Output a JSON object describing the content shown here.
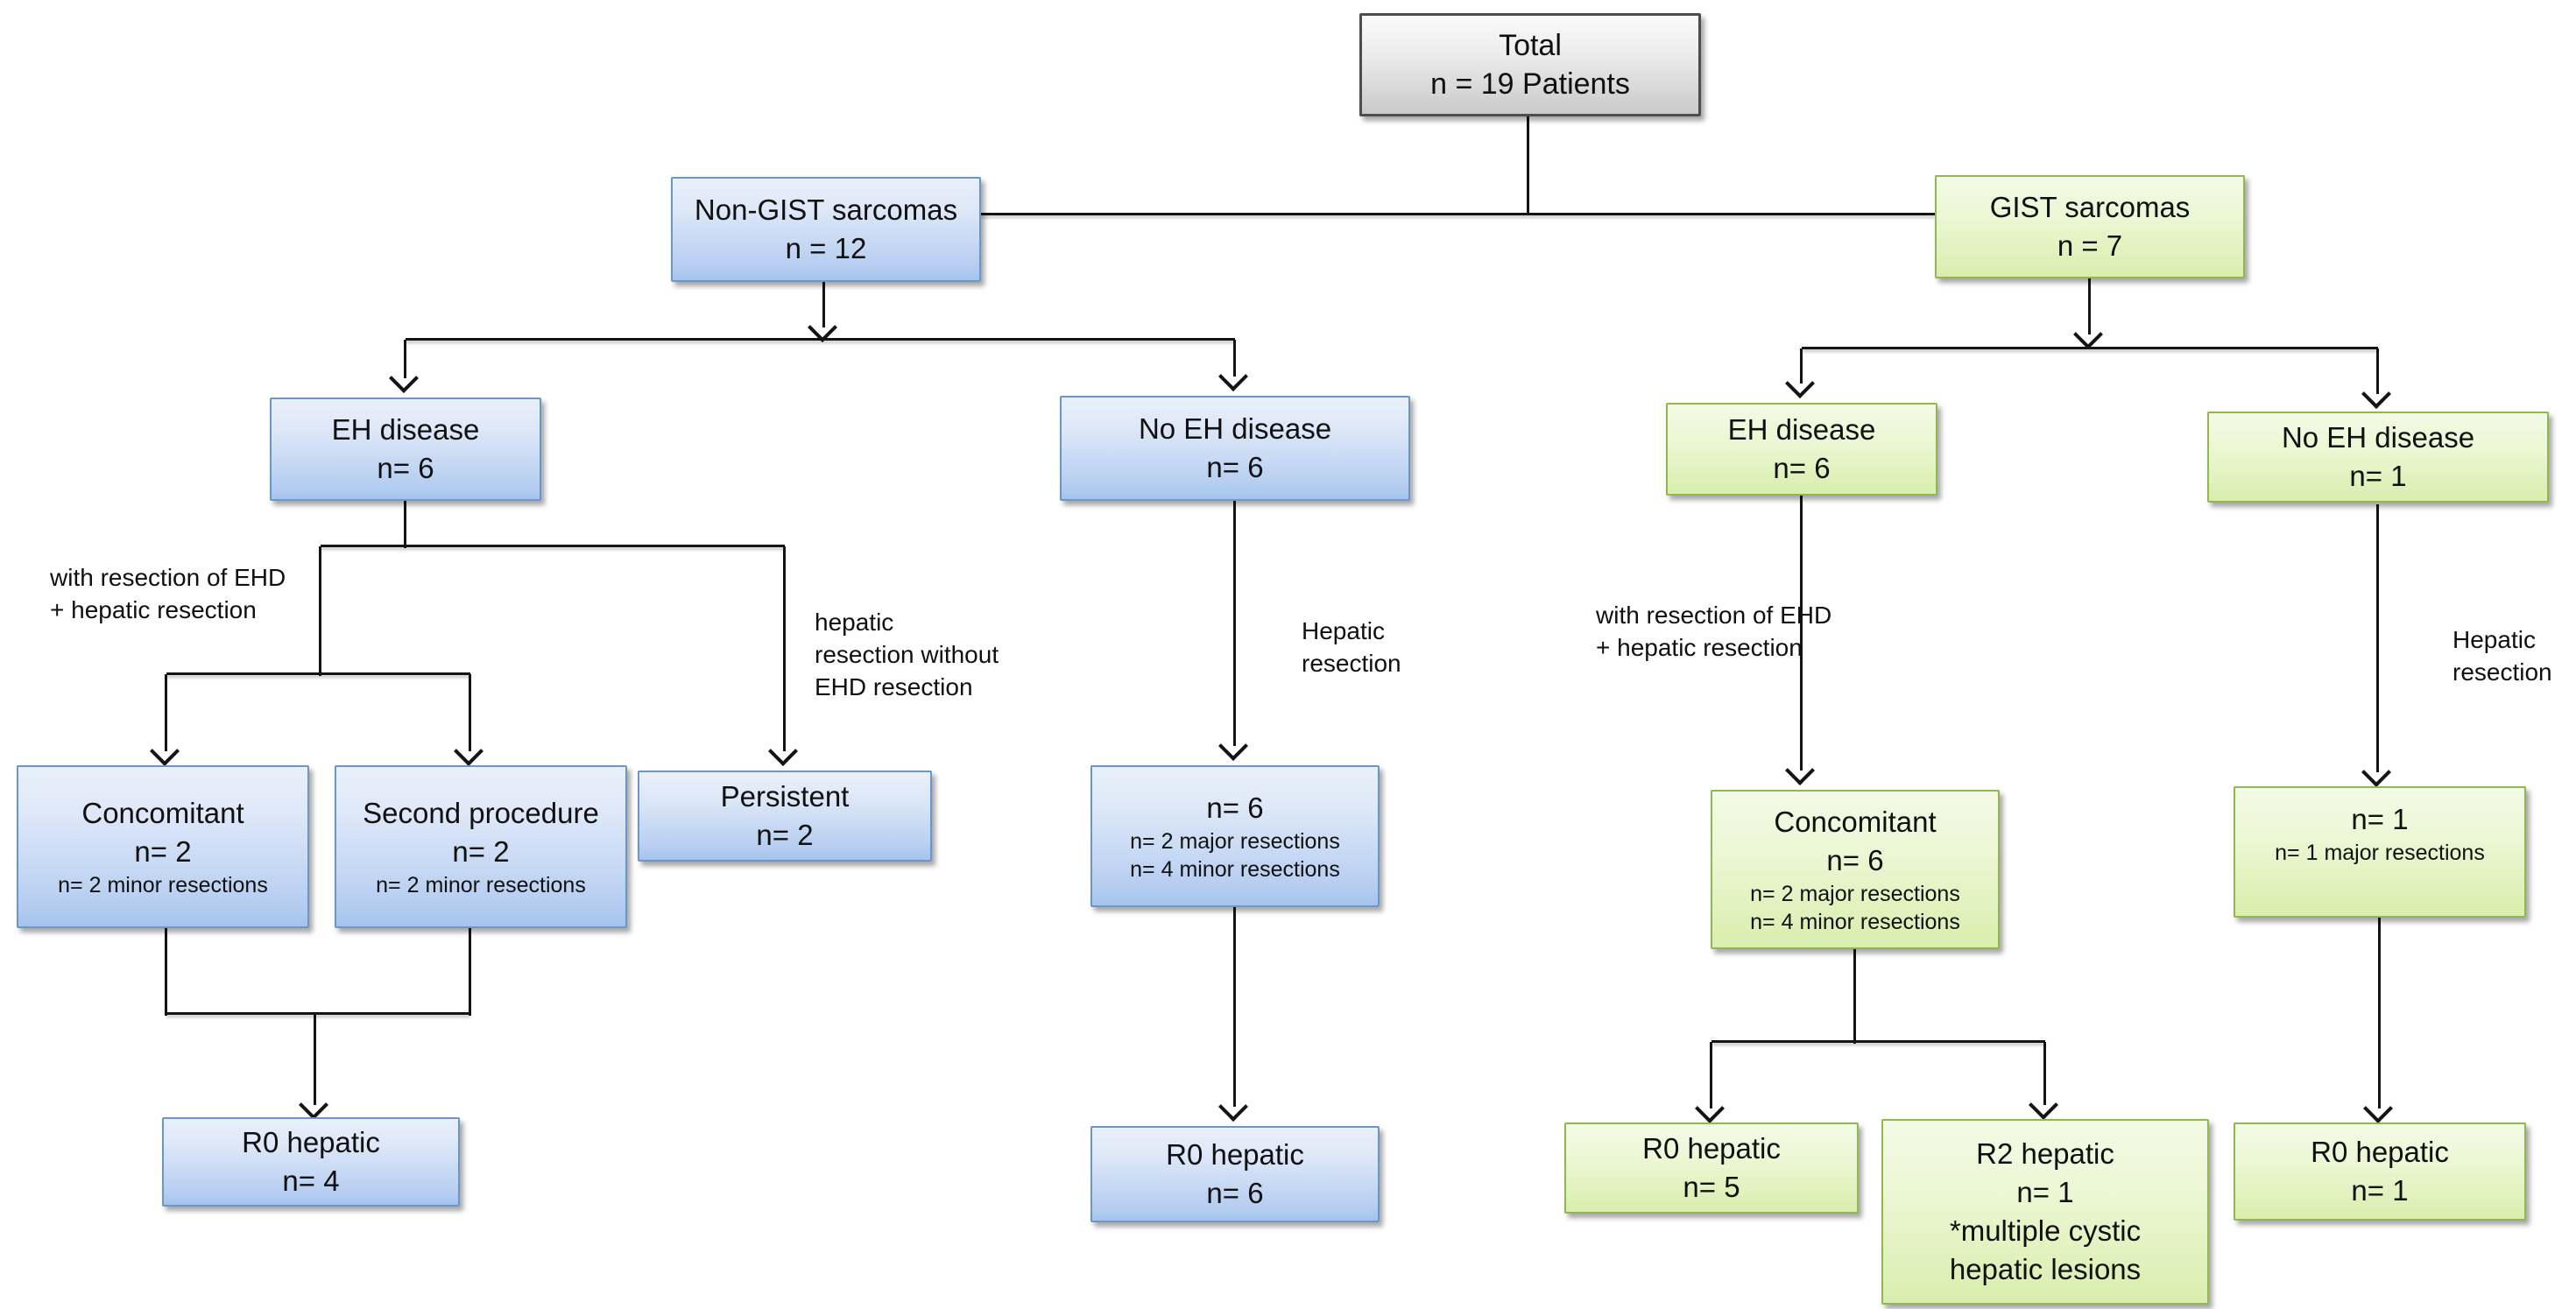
{
  "colors": {
    "blue_border": "#6b96c9",
    "blue_fill_top": "#e8effb",
    "blue_fill_bottom": "#a5c3ee",
    "green_border": "#8fb84e",
    "green_fill_top": "#f4fae6",
    "green_fill_bottom": "#d9eead",
    "gray_border": "#4d4d4d",
    "gray_fill_top": "#fbfbfb",
    "gray_fill_bottom": "#c9c9c9",
    "line": "#141414"
  },
  "boxes": {
    "total": {
      "lines": [
        "Total",
        "n = 19 Patients"
      ]
    },
    "non_gist": {
      "lines": [
        "Non-GIST sarcomas",
        "n = 12"
      ]
    },
    "gist": {
      "lines": [
        "GIST sarcomas",
        "n = 7"
      ]
    },
    "ehd_blue": {
      "lines": [
        "EH disease",
        "n= 6"
      ]
    },
    "no_ehd_blue": {
      "lines": [
        "No EH disease",
        "n= 6"
      ]
    },
    "ehd_green": {
      "lines": [
        "EH disease",
        "n= 6"
      ]
    },
    "no_ehd_green": {
      "lines": [
        "No EH disease",
        "n= 1"
      ]
    },
    "concomitant_blue": {
      "lines": [
        "Concomitant",
        "n= 2",
        "n= 2 minor resections"
      ]
    },
    "second_procedure": {
      "lines": [
        "Second procedure",
        "n= 2",
        "n= 2 minor resections"
      ]
    },
    "persistent": {
      "lines": [
        "Persistent",
        "n= 2"
      ]
    },
    "n6_blue": {
      "lines": [
        "n= 6",
        "n= 2 major resections",
        "n= 4 minor resections"
      ]
    },
    "concomitant_green": {
      "lines": [
        "Concomitant",
        "n= 6",
        "n= 2 major resections",
        "n= 4 minor resections"
      ]
    },
    "n1_green": {
      "lines": [
        "n= 1",
        "n= 1 major resections"
      ]
    },
    "r0_n4": {
      "lines": [
        "R0 hepatic",
        "n= 4"
      ]
    },
    "r0_n6": {
      "lines": [
        "R0 hepatic",
        "n= 6"
      ]
    },
    "r0_n5": {
      "lines": [
        "R0 hepatic",
        "n= 5"
      ]
    },
    "r2_n1": {
      "lines": [
        "R2 hepatic",
        "n= 1",
        "*multiple cystic",
        "hepatic lesions"
      ]
    },
    "r0_n1": {
      "lines": [
        "R0 hepatic",
        "n= 1"
      ]
    }
  },
  "labels": {
    "with_resection_left": [
      "with resection of EHD",
      "+ hepatic resection"
    ],
    "hepatic_without_ehd": [
      "hepatic",
      "resection without",
      "EHD resection"
    ],
    "hepatic_resection_mid": [
      "Hepatic",
      "resection"
    ],
    "with_resection_gist": [
      "with resection of EHD",
      "+ hepatic resection"
    ],
    "hepatic_resection_right": [
      "Hepatic",
      "resection"
    ]
  }
}
